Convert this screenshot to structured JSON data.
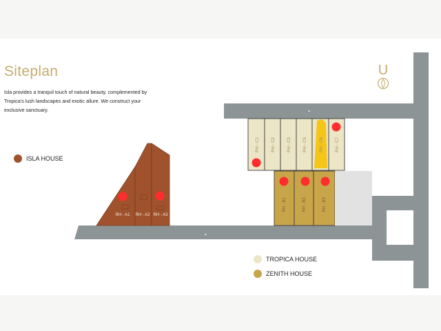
{
  "title": "Siteplan",
  "description": "Isla provides a tranquil touch of natural beauty, complemented by Tropica's lush landscapes and exotic allure. We construct your exclusive sanctuary.",
  "north_letter": "U",
  "colors": {
    "accent": "#c7ab6e",
    "road": "#8c9496",
    "isla": "#a0522d",
    "tropica": "#ece6c7",
    "zenith": "#c9a54a",
    "marker": "#ff2d2d",
    "highlight": "#f5c518",
    "empty_plot": "#e2e2e2"
  },
  "legend": [
    {
      "label": "ISLA HOUSE",
      "color": "#a0522d"
    },
    {
      "label": "TROPICA HOUSE",
      "color": "#ece6c7"
    },
    {
      "label": "ZENITH HOUSE",
      "color": "#c9a54a"
    }
  ],
  "lots": {
    "isla": [
      "RH - A1",
      "RH - A2",
      "RH - A3"
    ],
    "tropica": [
      "RH - C1",
      "RH - C2",
      "RH - C3",
      "RH - C5",
      "RH - C6",
      "RH - C7"
    ],
    "zenith": [
      "RH - B1",
      "RH - B2",
      "RH - B3"
    ]
  }
}
